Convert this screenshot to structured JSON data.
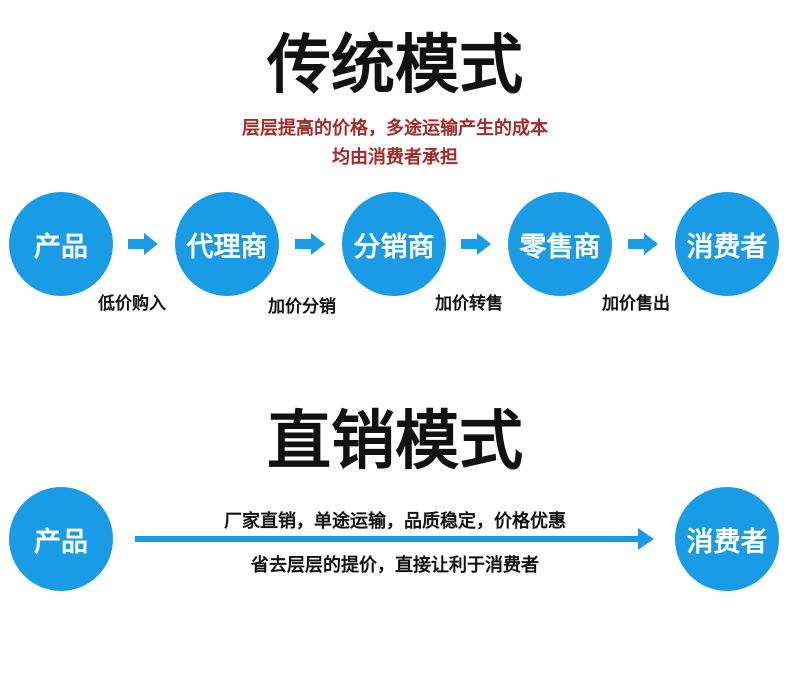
{
  "traditional": {
    "title": "传统模式",
    "subtitle_line1": "层层提高的价格，多途运输产生的成本",
    "subtitle_line2": "均由消费者承担",
    "subtitle_color": "#a52a2a",
    "nodes": [
      "产品",
      "代理商",
      "分销商",
      "零售商",
      "消费者"
    ],
    "steps": [
      "低价购入",
      "加价分销",
      "加价转售",
      "加价售出"
    ]
  },
  "direct": {
    "title": "直销模式",
    "from": "产品",
    "to": "消费者",
    "line_text_top": "厂家直销，单途运输，品质稳定，价格优惠",
    "line_text_bottom": "省去层层的提价，直接让利于消费者"
  },
  "colors": {
    "accent": "#1a9be6",
    "text": "#111111"
  }
}
